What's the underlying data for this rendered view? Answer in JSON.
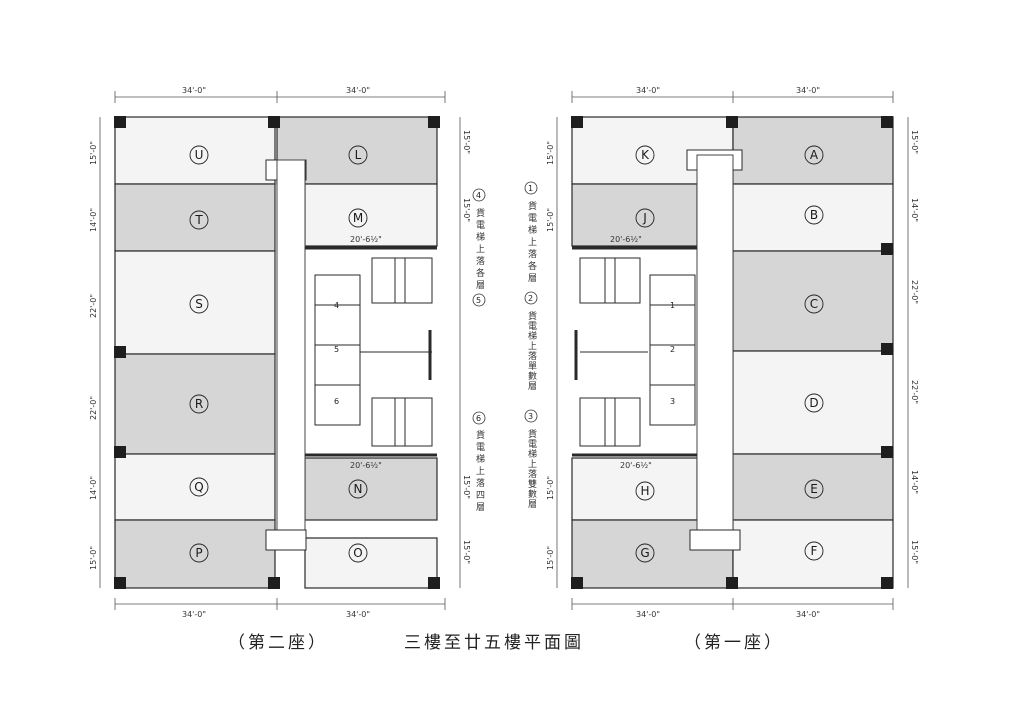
{
  "captions": {
    "left_block": "（第二座）",
    "center_title": "三樓至廿五樓平面圖",
    "right_block": "（第一座）"
  },
  "colors": {
    "shaded": "#d6d6d6",
    "plain": "#f4f4f4",
    "line": "#2a2a2a",
    "pillar": "#1e1e1e"
  },
  "left_units": {
    "U": {
      "label": "U",
      "shaded": false
    },
    "L": {
      "label": "L",
      "shaded": true
    },
    "T": {
      "label": "T",
      "shaded": true
    },
    "M": {
      "label": "M",
      "shaded": false
    },
    "S": {
      "label": "S",
      "shaded": false
    },
    "R": {
      "label": "R",
      "shaded": true
    },
    "Q": {
      "label": "Q",
      "shaded": false
    },
    "N": {
      "label": "N",
      "shaded": true
    },
    "P": {
      "label": "P",
      "shaded": true
    },
    "O": {
      "label": "O",
      "shaded": false
    }
  },
  "right_units": {
    "K": {
      "label": "K",
      "shaded": false
    },
    "A": {
      "label": "A",
      "shaded": true
    },
    "J": {
      "label": "J",
      "shaded": true
    },
    "B": {
      "label": "B",
      "shaded": false
    },
    "C": {
      "label": "C",
      "shaded": true
    },
    "D": {
      "label": "D",
      "shaded": false
    },
    "H": {
      "label": "H",
      "shaded": false
    },
    "E": {
      "label": "E",
      "shaded": true
    },
    "G": {
      "label": "G",
      "shaded": true
    },
    "F": {
      "label": "F",
      "shaded": false
    }
  },
  "dimensions": {
    "top_width": "34'-0\"",
    "bottom_width": "34'-0\"",
    "row_small": "15'-0\"",
    "row_mid": "14'-0\"",
    "row_large": "22'-0\"",
    "corridor": "20'-6½\""
  },
  "lifts": {
    "left": [
      "4",
      "5",
      "6"
    ],
    "right": [
      "1",
      "2",
      "3"
    ]
  },
  "notes": {
    "left": [
      {
        "num": "4",
        "text": "貨電梯上落各層"
      },
      {
        "num": "5",
        "text": ""
      },
      {
        "num": "6",
        "text": "貨電梯上落四層"
      }
    ],
    "right": [
      {
        "num": "1",
        "text": "貨電梯上落各層"
      },
      {
        "num": "2",
        "text": "貨電梯上落單數層"
      },
      {
        "num": "3",
        "text": "貨電梯上落雙數層"
      }
    ]
  }
}
